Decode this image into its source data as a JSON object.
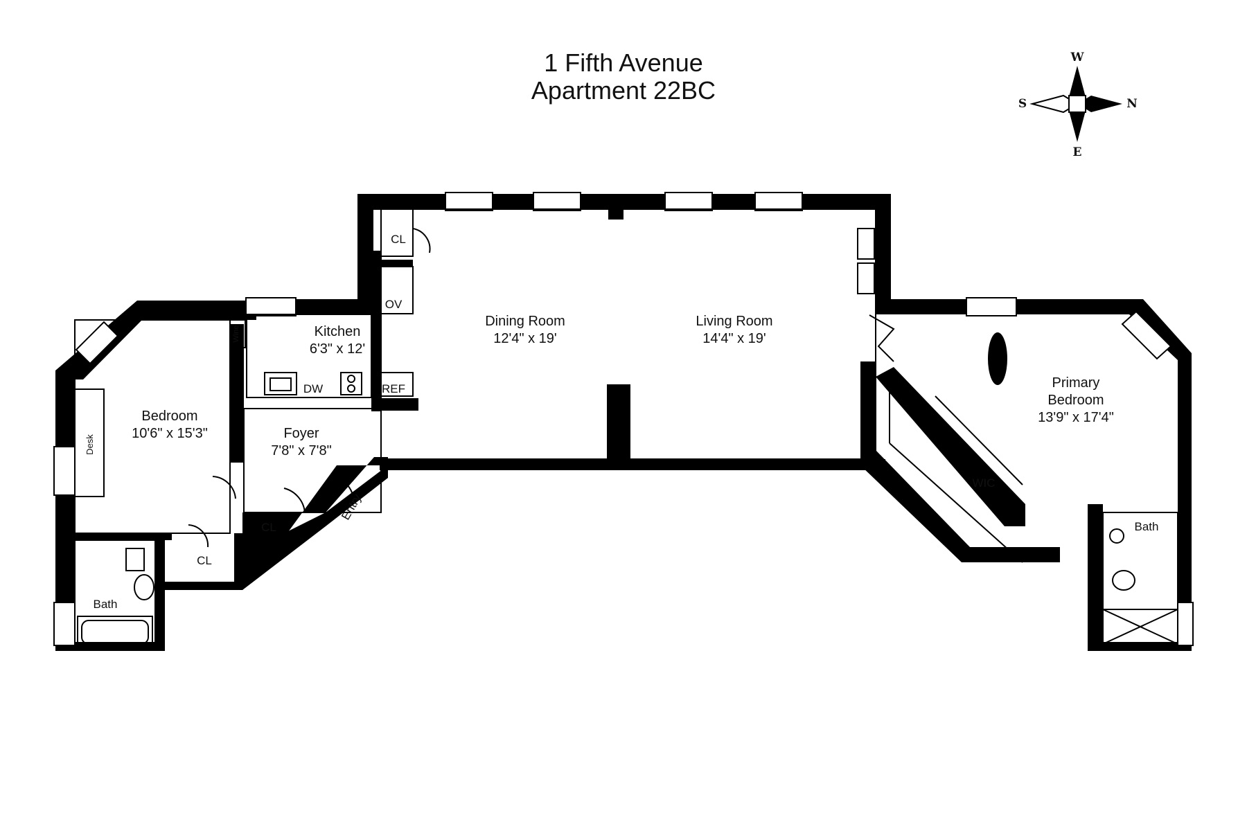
{
  "title": {
    "line1": "1 Fifth Avenue",
    "line2": "Apartment 22BC"
  },
  "compass": {
    "top": "W",
    "left": "S",
    "right": "N",
    "bottom": "E"
  },
  "rooms": {
    "dining": {
      "name": "Dining Room",
      "dims": "12'4\" x 19'"
    },
    "living": {
      "name": "Living Room",
      "dims": "14'4\" x 19'"
    },
    "kitchen": {
      "name": "Kitchen",
      "dims": "6'3\" x 12'"
    },
    "bedroom": {
      "name": "Bedroom",
      "dims": "10'6\" x 15'3\""
    },
    "foyer": {
      "name": "Foyer",
      "dims": "7'8\" x 7'8\""
    },
    "primary": {
      "name1": "Primary",
      "name2": "Bedroom",
      "dims": "13'9\" x 17'4\""
    }
  },
  "labels": {
    "cl_top": "CL",
    "ov": "OV",
    "wine": "Wine",
    "dw": "DW",
    "ref": "REF",
    "desk": "Desk",
    "cl_foyer": "CL",
    "cl_bed": "CL",
    "entry": "Entry",
    "bath_left": "Bath",
    "wic": "WIC",
    "bath_right": "Bath"
  }
}
